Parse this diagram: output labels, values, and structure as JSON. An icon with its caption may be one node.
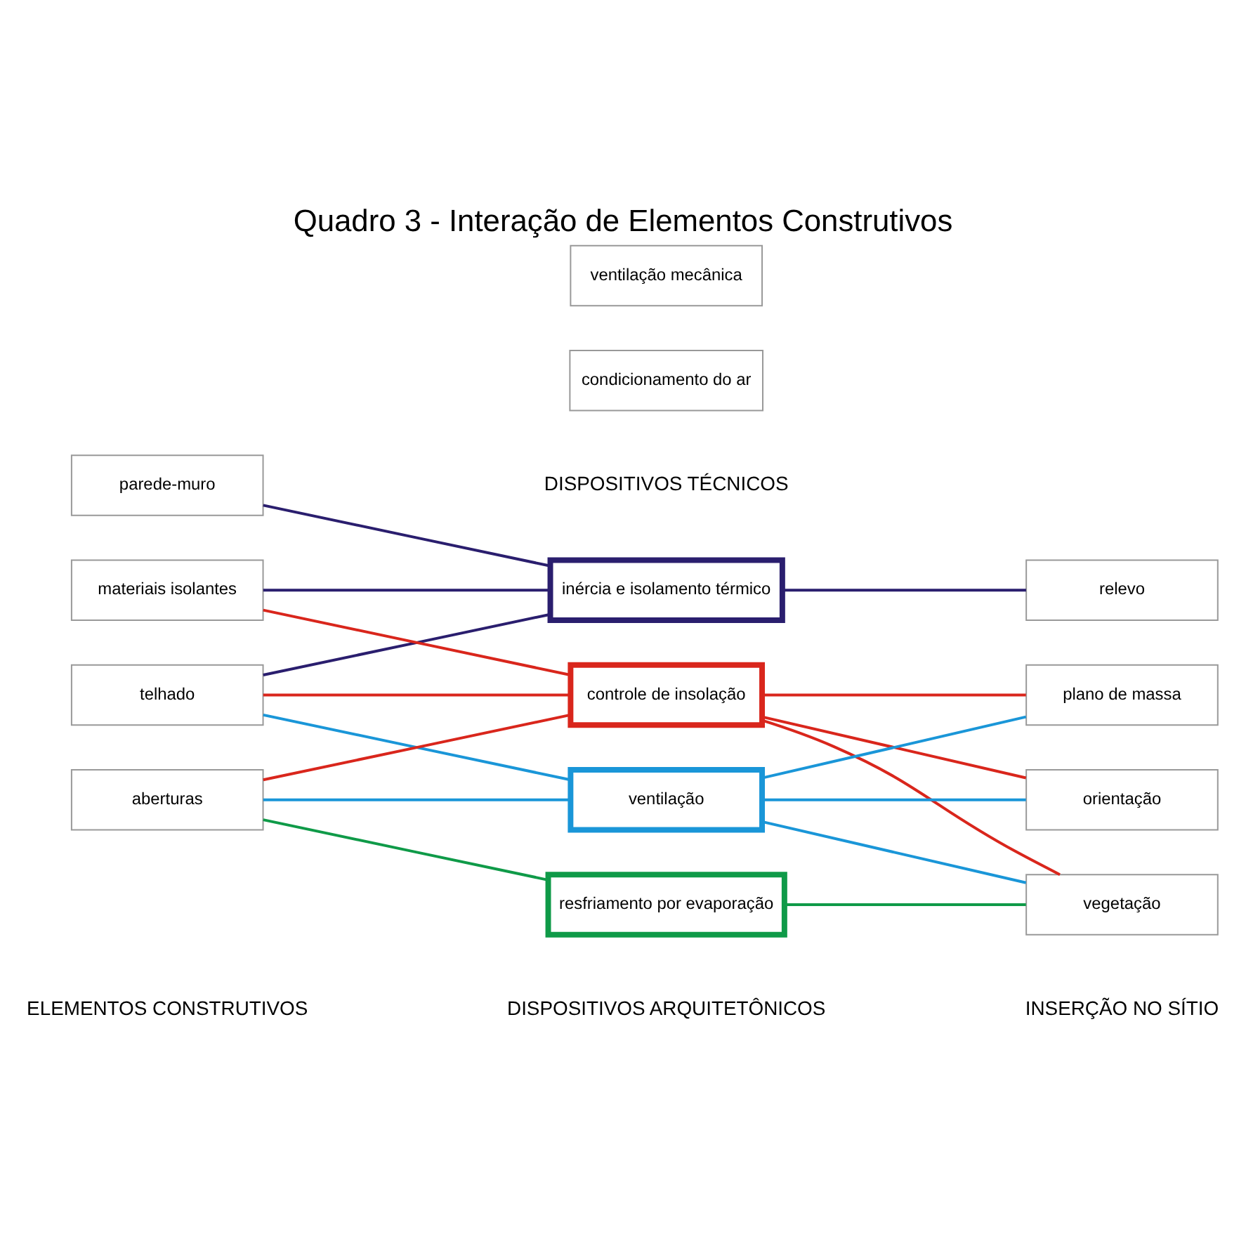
{
  "diagram": {
    "title": "Quadro 3 - Interação de Elementos Construtivos",
    "nodes": [
      {
        "text": [
          "parede-muro"
        ]
      },
      {
        "text": [
          "telhado"
        ]
      },
      {
        "text": [
          "aberturas"
        ]
      },
      {
        "text": [
          "materiais isolantes"
        ]
      },
      {
        "text": [
          "controle de insolação"
        ]
      },
      {
        "text": [
          "inércia e isolamento térmico"
        ]
      },
      {
        "text": [
          "ventilação"
        ]
      },
      {
        "text": [
          "resfriamento por evaporação"
        ]
      },
      {
        "text": [
          "condicionamento do ar"
        ]
      },
      {
        "text": [
          "ventilação mecânica"
        ]
      },
      {
        "text": [
          "plano de massa"
        ]
      },
      {
        "text": [
          "orientação"
        ]
      },
      {
        "text": [
          "vegetação"
        ]
      },
      {
        "text": [
          "relevo"
        ]
      }
    ],
    "edges": [
      {
        "from": 0,
        "to": 5,
        "arrow": "none",
        "color": "#2a1e6e"
      },
      {
        "from": 1,
        "to": 4,
        "arrow": "none",
        "color": "#d9261c"
      },
      {
        "from": 1,
        "to": 5,
        "arrow": "none",
        "color": "#2a1e6e"
      },
      {
        "from": 1,
        "to": 6,
        "arrow": "none",
        "color": "#1a96d8"
      },
      {
        "from": 2,
        "to": 4,
        "arrow": "none",
        "color": "#d9261c"
      },
      {
        "from": 2,
        "to": 6,
        "arrow": "none",
        "color": "#1a96d8"
      },
      {
        "from": 2,
        "to": 7,
        "arrow": "none",
        "color": "#0f9a48"
      },
      {
        "from": 3,
        "to": 4,
        "arrow": "none",
        "color": "#d9261c"
      },
      {
        "from": 3,
        "to": 5,
        "arrow": "none",
        "color": "#2a1e6e"
      },
      {
        "from": 4,
        "to": 10,
        "arrow": "none",
        "color": "#d9261c"
      },
      {
        "from": 4,
        "to": 11,
        "arrow": "none",
        "color": "#d9261c"
      },
      {
        "from": 4,
        "to": 12,
        "arrow": "none",
        "color": "#d9261c"
      },
      {
        "from": 5,
        "to": 13,
        "arrow": "none",
        "color": "#2a1e6e"
      },
      {
        "from": 6,
        "to": 10,
        "arrow": "none",
        "color": "#1a96d8"
      },
      {
        "from": 6,
        "to": 11,
        "arrow": "none",
        "color": "#1a96d8"
      },
      {
        "from": 6,
        "to": 12,
        "arrow": "none",
        "color": "#1a96d8"
      },
      {
        "from": 7,
        "to": 12,
        "arrow": "none",
        "color": "#0f9a48"
      }
    ],
    "labels": [
      "ELEMENTOS CONSTRUTIVOS",
      "DISPOSITIVOS ARQUITETÔNICOS",
      "INSERÇÃO NO SÍTIO",
      "DISPOSITIVOS TÉCNICOS"
    ]
  }
}
